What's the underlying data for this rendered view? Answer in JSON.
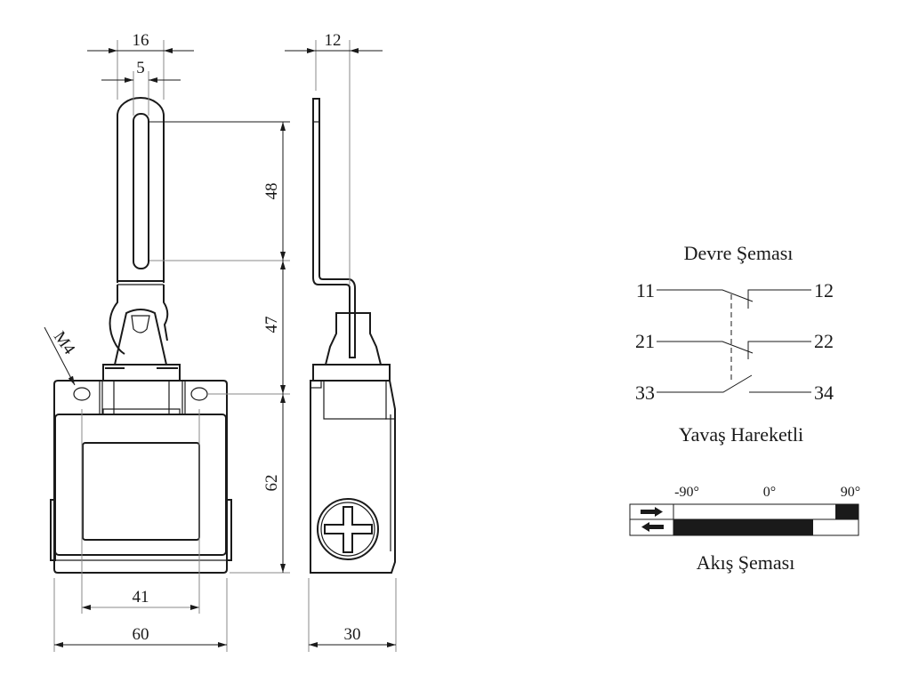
{
  "dimensions": {
    "lever_width": "16",
    "slot_width": "5",
    "lever_offset": "12",
    "slot_length": "48",
    "lever_height": "47",
    "body_height": "62",
    "thread": "M4",
    "hole_spacing": "41",
    "body_width": "60",
    "body_depth": "30"
  },
  "circuit": {
    "title": "Devre Şeması",
    "terminals": [
      "11",
      "12",
      "21",
      "22",
      "33",
      "34"
    ],
    "subtitle": "Yavaş Hareketli"
  },
  "flow": {
    "title": "Akış Şeması",
    "angles": [
      "-90°",
      "0°",
      "90°"
    ],
    "colors": {
      "fill": "#1a1a1a"
    }
  }
}
